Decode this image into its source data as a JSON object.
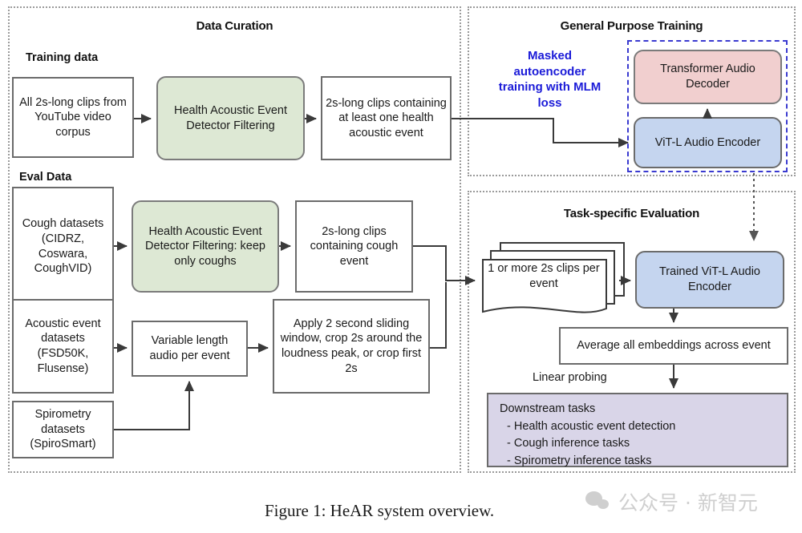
{
  "figure": {
    "caption": "Figure 1: HeAR system overview."
  },
  "watermark": {
    "text": "公众号 · 新智元",
    "icon": "wechat-bubbles-icon"
  },
  "colors": {
    "green_fill": "#dde8d4",
    "pink_fill": "#f1cfcf",
    "blue_fill": "#c5d5ef",
    "purple_fill": "#d9d5e8",
    "accent_blue_text": "#1a1ad8",
    "box_border": "#6b6b6b",
    "panel_border": "#9a9a9a"
  },
  "panels": {
    "data_curation": {
      "title": "Data Curation",
      "training_data_label": "Training data",
      "eval_data_label": "Eval Data",
      "boxes": {
        "all_clips": "All 2s-long clips from YouTube video corpus",
        "haed_filtering": "Health Acoustic Event Detector Filtering",
        "clips_with_health_event": "2s-long clips containing at least one health acoustic event",
        "cough_datasets": "Cough datasets (CIDRZ, Coswara, CoughVID)",
        "haed_filtering_coughs": "Health Acoustic Event Detector Filtering: keep only coughs",
        "clips_with_cough_event": "2s-long clips containing cough event",
        "acoustic_event_datasets": "Acoustic event datasets (FSD50K, Flusense)",
        "variable_length_audio": "Variable length audio per event",
        "sliding_window": "Apply 2 second sliding window, crop 2s around the loudness peak, or crop first 2s",
        "spirometry_datasets": "Spirometry datasets (SpiroSmart)"
      }
    },
    "general_purpose_training": {
      "title": "General Purpose Training",
      "mlm_note": "Masked autoencoder training with MLM loss",
      "boxes": {
        "transformer_audio_decoder": "Transformer Audio Decoder",
        "vitl_audio_encoder": "ViT-L Audio Encoder"
      }
    },
    "task_specific_evaluation": {
      "title": "Task-specific Evaluation",
      "boxes": {
        "clips_per_event": "1 or more 2s clips per event",
        "trained_encoder": "Trained ViT-L Audio Encoder",
        "average_embeddings": "Average all embeddings across event",
        "downstream_tasks_title": "Downstream tasks",
        "downstream_tasks_items": [
          "- Health acoustic event detection",
          "- Cough inference tasks",
          "- Spirometry inference tasks"
        ]
      },
      "linear_probing_label": "Linear probing"
    }
  }
}
